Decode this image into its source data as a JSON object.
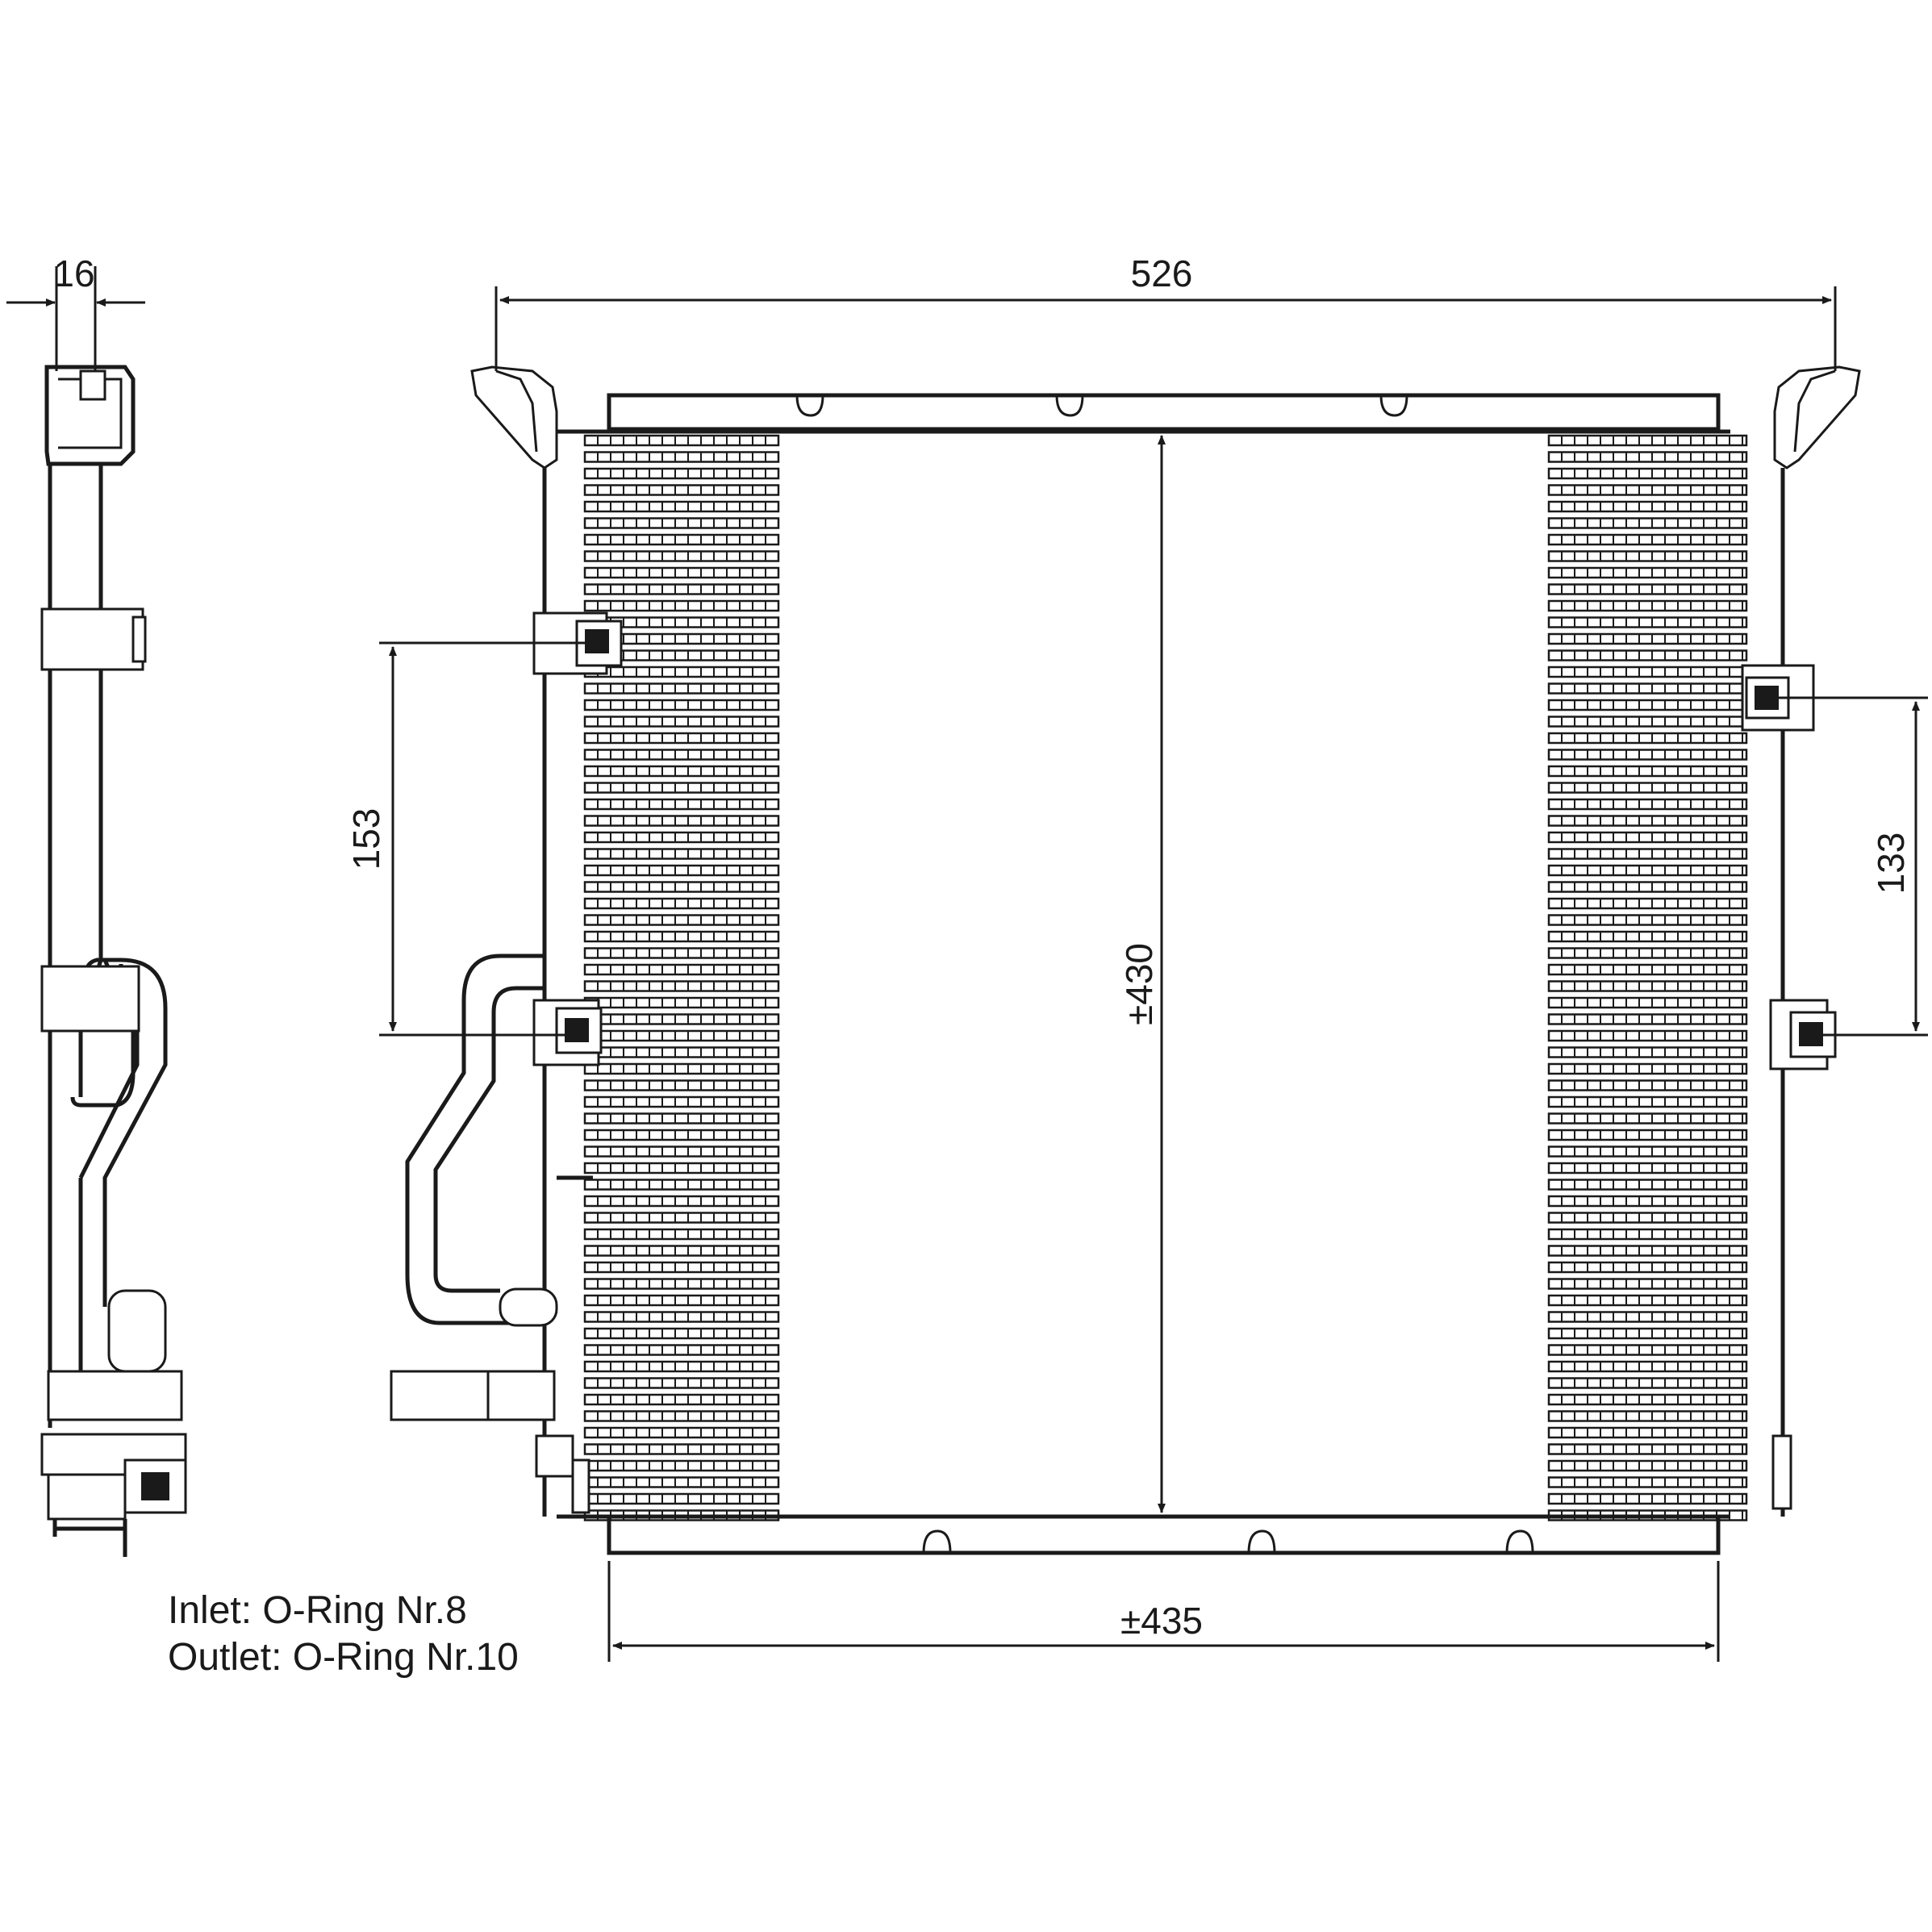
{
  "dimensions": {
    "side_depth": "16",
    "overall_width": "526",
    "left_bracket_spacing": "153",
    "core_height": "±430",
    "right_bracket_spacing": "133",
    "core_width": "±435"
  },
  "notes": {
    "inlet": "Inlet: O-Ring Nr.8",
    "outlet": "Outlet: O-Ring Nr.10"
  },
  "colors": {
    "line": "#1a1a1a",
    "background": "#ffffff"
  }
}
